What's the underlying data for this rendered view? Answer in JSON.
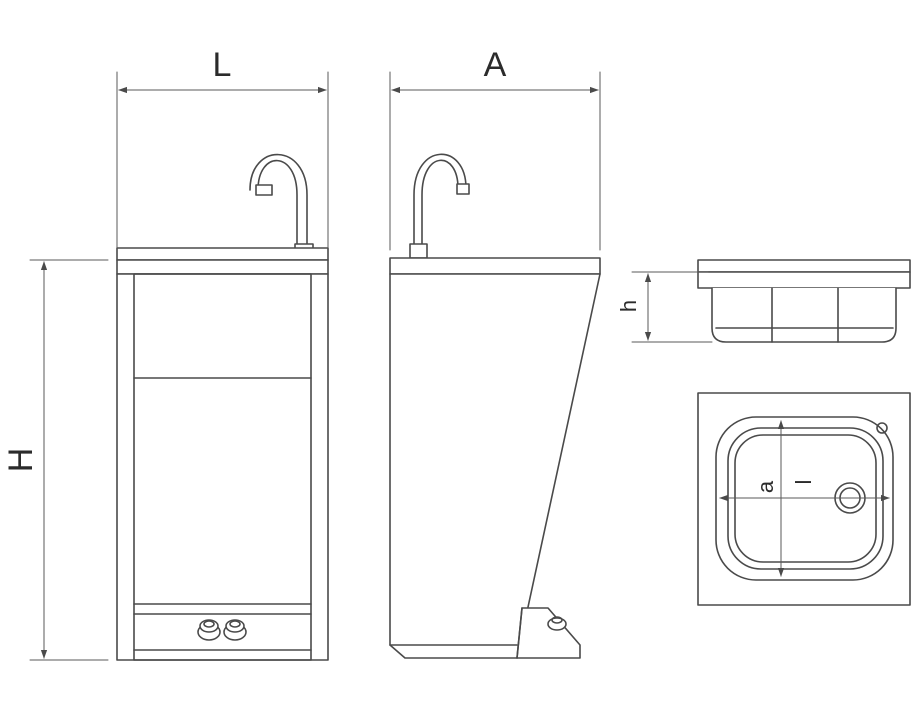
{
  "labels": {
    "L": "L",
    "A": "A",
    "H": "H",
    "h": "h",
    "a": "a",
    "l": "l"
  },
  "colors": {
    "line": "#4a4a4a",
    "dim": "#5a5a5a",
    "fill": "#ffffff"
  }
}
